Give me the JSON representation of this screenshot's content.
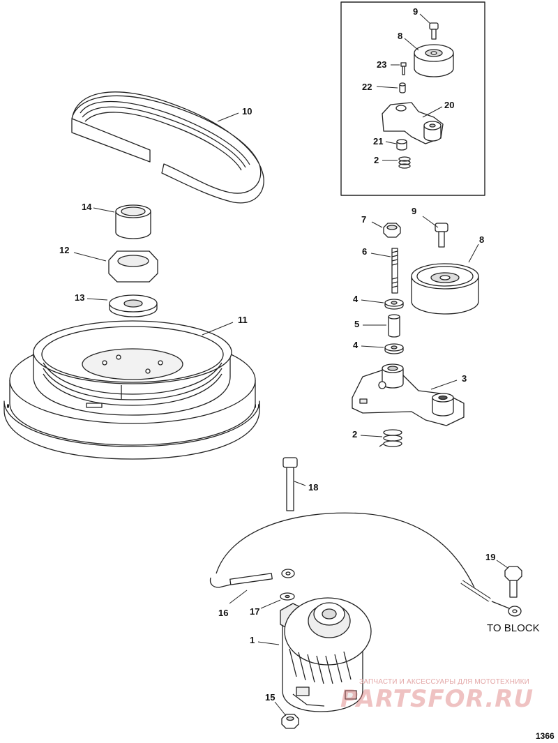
{
  "callouts": {
    "c1": "1",
    "c2a": "2",
    "c2b": "2",
    "c3": "3",
    "c4a": "4",
    "c4b": "4",
    "c5": "5",
    "c6": "6",
    "c7": "7",
    "c8a": "8",
    "c8b": "8",
    "c9a": "9",
    "c9b": "9",
    "c10": "10",
    "c11": "11",
    "c12": "12",
    "c13": "13",
    "c14": "14",
    "c15": "15",
    "c16": "16",
    "c17": "17",
    "c18": "18",
    "c19": "19",
    "c20": "20",
    "c21": "21",
    "c22": "22",
    "c23": "23"
  },
  "note_to_block": "TO BLOCK",
  "figure_number": "1366",
  "watermark": {
    "tagline": "ЗАПЧАСТИ И АКСЕССУАРЫ ДЛЯ МОТОТЕХНИКИ",
    "brand": "PARTSFOR.RU",
    "color": "#d97a7a"
  },
  "colors": {
    "line": "#222222",
    "fill": "#ffffff",
    "shade": "#e9e9e9"
  }
}
